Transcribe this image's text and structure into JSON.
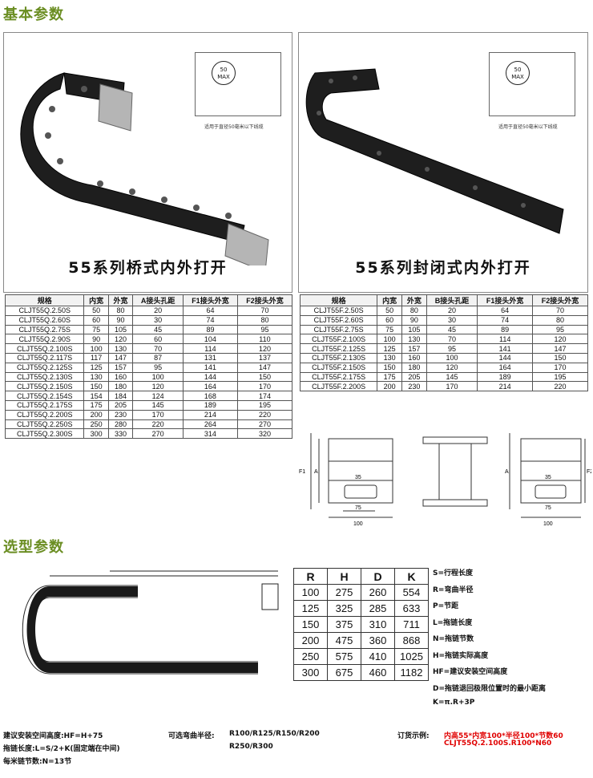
{
  "section1": {
    "title": "基本参数"
  },
  "section2": {
    "title": "选型参数"
  },
  "left_panel": {
    "caption": "55系列桥式内外打开",
    "section_max_line1": "50",
    "section_max_line2": "MAX",
    "note": "适用于直径50毫米以下线缆"
  },
  "right_panel": {
    "caption": "55系列封闭式内外打开",
    "section_max_line1": "50",
    "section_max_line2": "MAX",
    "note": "适用于直径50毫米以下线缆"
  },
  "table_q": {
    "headers": [
      "规格",
      "内宽",
      "外宽",
      "A接头孔距",
      "F1接头外宽",
      "F2接头外宽"
    ],
    "rows": [
      [
        "CLJT55Q.2.50S",
        "50",
        "80",
        "20",
        "64",
        "70"
      ],
      [
        "CLJT55Q.2.60S",
        "60",
        "90",
        "30",
        "74",
        "80"
      ],
      [
        "CLJT55Q.2.75S",
        "75",
        "105",
        "45",
        "89",
        "95"
      ],
      [
        "CLJT55Q.2.90S",
        "90",
        "120",
        "60",
        "104",
        "110"
      ],
      [
        "CLJT55Q.2.100S",
        "100",
        "130",
        "70",
        "114",
        "120"
      ],
      [
        "CLJT55Q.2.117S",
        "117",
        "147",
        "87",
        "131",
        "137"
      ],
      [
        "CLJT55Q.2.125S",
        "125",
        "157",
        "95",
        "141",
        "147"
      ],
      [
        "CLJT55Q.2.130S",
        "130",
        "160",
        "100",
        "144",
        "150"
      ],
      [
        "CLJT55Q.2.150S",
        "150",
        "180",
        "120",
        "164",
        "170"
      ],
      [
        "CLJT55Q.2.154S",
        "154",
        "184",
        "124",
        "168",
        "174"
      ],
      [
        "CLJT55Q.2.175S",
        "175",
        "205",
        "145",
        "189",
        "195"
      ],
      [
        "CLJT55Q.2.200S",
        "200",
        "230",
        "170",
        "214",
        "220"
      ],
      [
        "CLJT55Q.2.250S",
        "250",
        "280",
        "220",
        "264",
        "270"
      ],
      [
        "CLJT55Q.2.300S",
        "300",
        "330",
        "270",
        "314",
        "320"
      ]
    ]
  },
  "table_f": {
    "headers": [
      "规格",
      "内宽",
      "外宽",
      "B接头孔距",
      "F1接头外宽",
      "F2接头外宽"
    ],
    "rows": [
      [
        "CLJT55F.2.50S",
        "50",
        "80",
        "20",
        "64",
        "70"
      ],
      [
        "CLJT55F.2.60S",
        "60",
        "90",
        "30",
        "74",
        "80"
      ],
      [
        "CLJT55F.2.75S",
        "75",
        "105",
        "45",
        "89",
        "95"
      ],
      [
        "CLJT55F.2.100S",
        "100",
        "130",
        "70",
        "114",
        "120"
      ],
      [
        "CLJT55F.2.125S",
        "125",
        "157",
        "95",
        "141",
        "147"
      ],
      [
        "CLJT55F.2.130S",
        "130",
        "160",
        "100",
        "144",
        "150"
      ],
      [
        "CLJT55F.2.150S",
        "150",
        "180",
        "120",
        "164",
        "170"
      ],
      [
        "CLJT55F.2.175S",
        "175",
        "205",
        "145",
        "189",
        "195"
      ],
      [
        "CLJT55F.2.200S",
        "200",
        "230",
        "170",
        "214",
        "220"
      ]
    ]
  },
  "drawing_labels": {
    "dim_35": "35",
    "dim_75": "75",
    "dim_100": "100",
    "label_a": "A",
    "label_f1": "F1",
    "label_f2": "F2"
  },
  "radius_table": {
    "headers": [
      "R",
      "H",
      "D",
      "K"
    ],
    "rows": [
      [
        "100",
        "275",
        "260",
        "554"
      ],
      [
        "125",
        "325",
        "285",
        "633"
      ],
      [
        "150",
        "375",
        "310",
        "711"
      ],
      [
        "200",
        "475",
        "360",
        "868"
      ],
      [
        "250",
        "575",
        "410",
        "1025"
      ],
      [
        "300",
        "675",
        "460",
        "1182"
      ]
    ]
  },
  "legend": [
    "S=行程长度",
    "R=弯曲半径",
    "P=节距",
    "L=拖链长度",
    "N=拖链节数",
    "H=拖链实际高度",
    "HF=建议安装空间高度",
    "D=拖链退回极限位置时的最小距离",
    "K=π.R+3P"
  ],
  "footer": {
    "line1": "建议安装空间高度:HF=H+75",
    "line2": "拖链长度:L=S/2+K(固定端在中间)",
    "line3": "每米链节数:N=13节",
    "radius_label": "可选弯曲半径:",
    "radius_values_1": "R100/R125/R150/R200",
    "radius_values_2": "R250/R300",
    "order_label": "订货示例:",
    "order_line1": "内高55*内宽100*半径100*节数60",
    "order_line2": "CLJT55Q.2.100S.R100*N60"
  },
  "colors": {
    "section_title": "#6b8e23",
    "order_red": "#e00000"
  }
}
